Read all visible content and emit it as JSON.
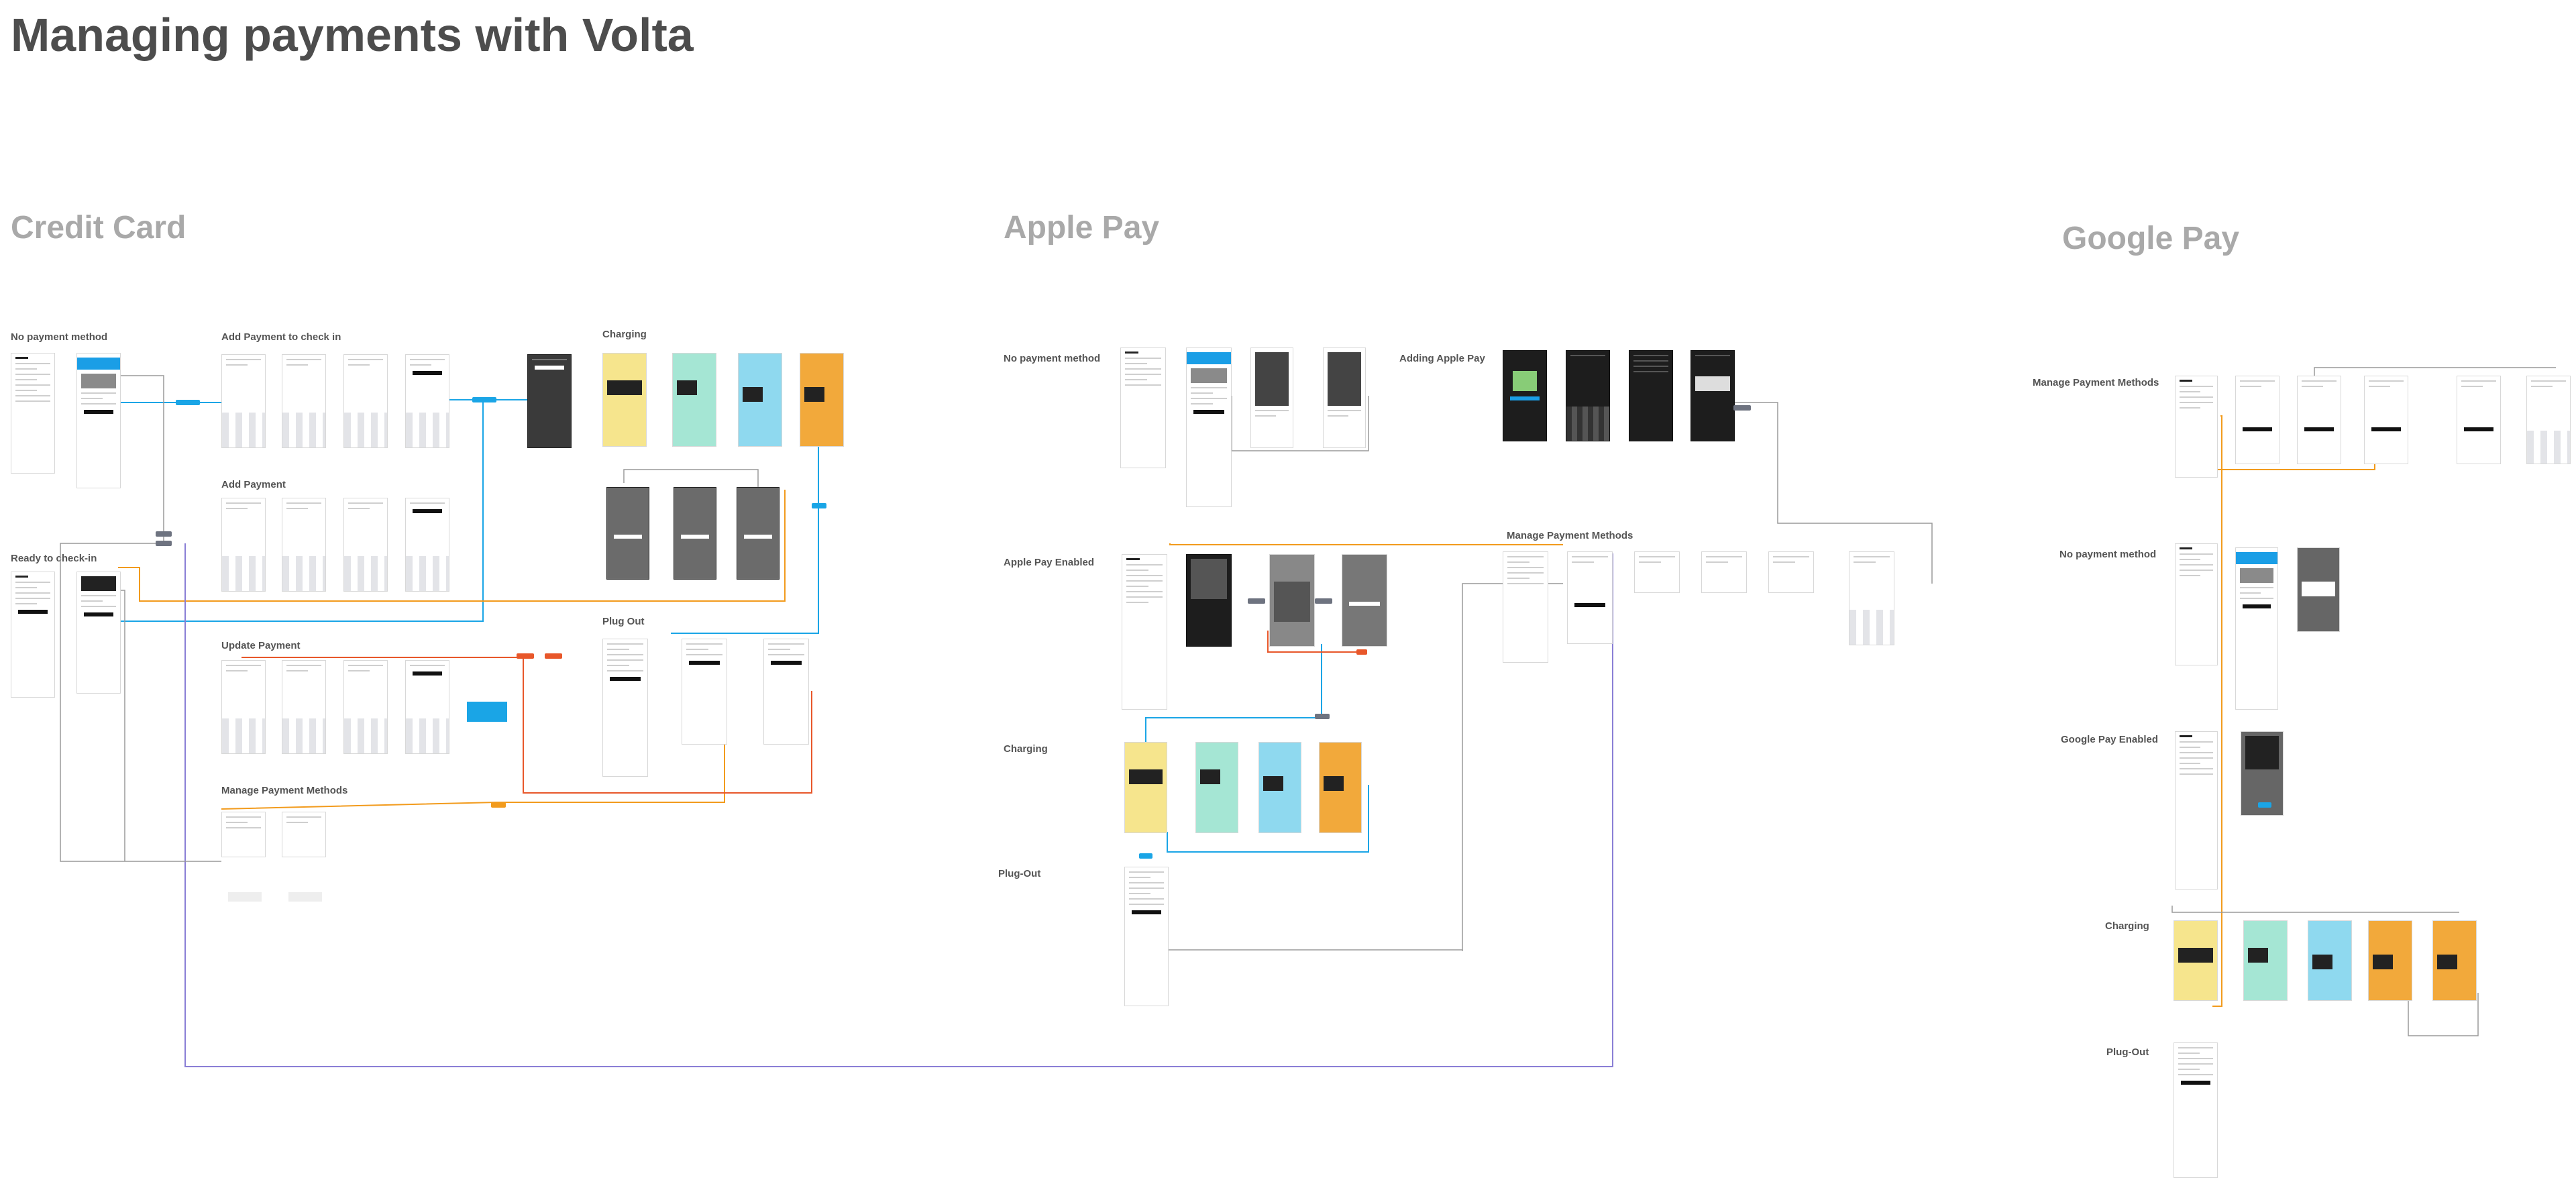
{
  "page": {
    "title": "Managing payments with Volta"
  },
  "sections": {
    "credit_card": "Credit Card",
    "apple_pay": "Apple Pay",
    "google_pay": "Google Pay"
  },
  "labels": {
    "cc_no_payment": "No payment method",
    "cc_add_payment_checkin": "Add Payment to check in",
    "cc_charging": "Charging",
    "cc_add_payment": "Add Payment",
    "cc_ready_checkin": "Ready to check-in",
    "cc_plug_out": "Plug Out",
    "cc_update_payment": "Update Payment",
    "cc_manage_methods": "Manage Payment Methods",
    "ap_no_payment": "No payment method",
    "ap_adding": "Adding Apple Pay",
    "ap_enabled": "Apple Pay Enabled",
    "ap_manage": "Manage Payment Methods",
    "ap_charging": "Charging",
    "ap_plug_out": "Plug-Out",
    "gp_manage": "Manage Payment Methods",
    "gp_no_payment": "No payment method",
    "gp_enabled": "Google Pay Enabled",
    "gp_charging": "Charging",
    "gp_plug_out": "Plug-Out"
  },
  "colors": {
    "flow_blue": "#1aa5e6",
    "flow_orange": "#f29b1d",
    "flow_red": "#e8572a",
    "flow_purple": "#8a7fd6",
    "flow_gray": "#9a9a9a"
  }
}
